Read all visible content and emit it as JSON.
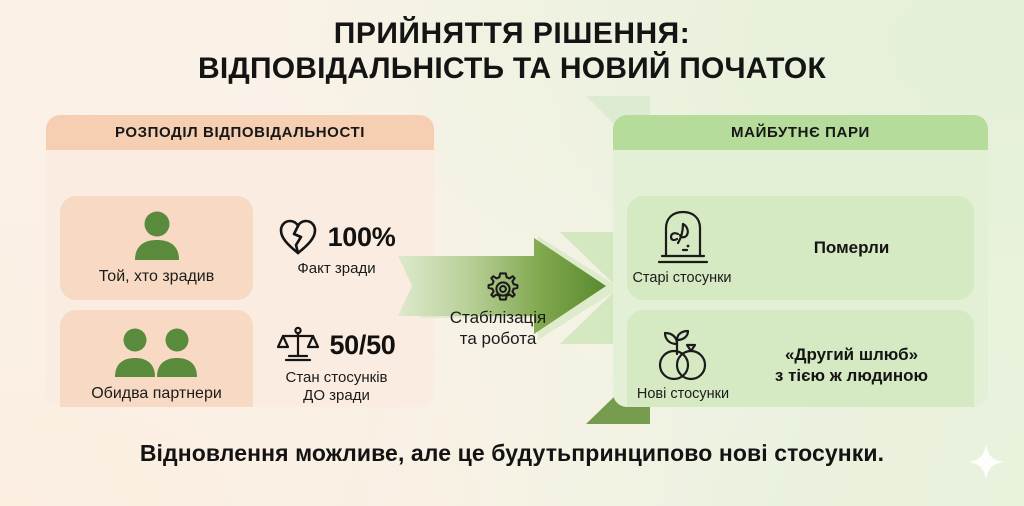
{
  "title": {
    "line1": "ПРИЙНЯТТЯ РІШЕННЯ:",
    "line2": "ВІДПОВІДАЛЬНІСТЬ ТА НОВИЙ ПОЧАТОК"
  },
  "left_panel": {
    "header": "РОЗПОДІЛ ВІДПОВІДАЛЬНОСТІ",
    "rows": [
      {
        "chip_icon": "single-person-icon",
        "chip_label": "Той, хто зрадив",
        "stat_icon": "broken-heart-icon",
        "stat_value": "100%",
        "stat_caption": "Факт зради"
      },
      {
        "chip_icon": "two-people-icon",
        "chip_label": "Обидва партнери",
        "stat_icon": "balance-scale-icon",
        "stat_value": "50/50",
        "stat_caption_line1": "Стан стосунків",
        "stat_caption_line2": "ДО зради"
      }
    ]
  },
  "arrow": {
    "icon": "gear-icon",
    "caption_line1": "Стабілізація",
    "caption_line2": "та робота"
  },
  "right_panel": {
    "header": "МАЙБУТНЄ ПАРИ",
    "rows": [
      {
        "icon": "wilting-flower-tombstone-icon",
        "icon_caption": "Старі стосунки",
        "text": "Померли"
      },
      {
        "icon": "wedding-rings-sprout-icon",
        "icon_caption": "Нові стосунки",
        "text_line1": "«Другий шлюб»",
        "text_line2": "з тією ж людиною"
      }
    ]
  },
  "caption": "Відновлення можливе, але це будутьпринципово нові стосунки.",
  "colors": {
    "peach_header": "#f6cfb2",
    "peach_body": "#fbece1",
    "peach_chip": "#f8dac4",
    "green_header": "#b5dc9b",
    "green_body": "#e4f0d6",
    "green_row": "#d5e9c2",
    "icon_green": "#5a8a3c",
    "arrow_dark": "#5f8c33",
    "text_dark": "#141414"
  },
  "decor": {
    "sparkle": "four-point-star-icon"
  }
}
